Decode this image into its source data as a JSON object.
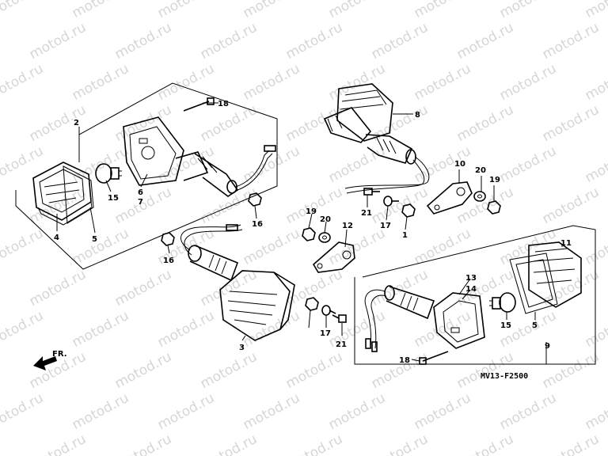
{
  "watermark": {
    "text": "motod.ru"
  },
  "diagram_code": "MV13-F2500",
  "front_label": "FR.",
  "callouts": {
    "c1": "1",
    "c2": "2",
    "c3": "3",
    "c4": "4",
    "c5a": "5",
    "c5b": "5",
    "c6": "6",
    "c7": "7",
    "c8": "8",
    "c9": "9",
    "c10": "10",
    "c11": "11",
    "c12": "12",
    "c13": "13",
    "c14": "14",
    "c15a": "15",
    "c15b": "15",
    "c16a": "16",
    "c16b": "16",
    "c17a": "17",
    "c17b": "17",
    "c18a": "18",
    "c18b": "18",
    "c19a": "19",
    "c19b": "19",
    "c20a": "20",
    "c20b": "20",
    "c21a": "21",
    "c21b": "21"
  },
  "colors": {
    "ink": "#000000",
    "watermark": "#d6d6d6",
    "background": "#ffffff"
  }
}
